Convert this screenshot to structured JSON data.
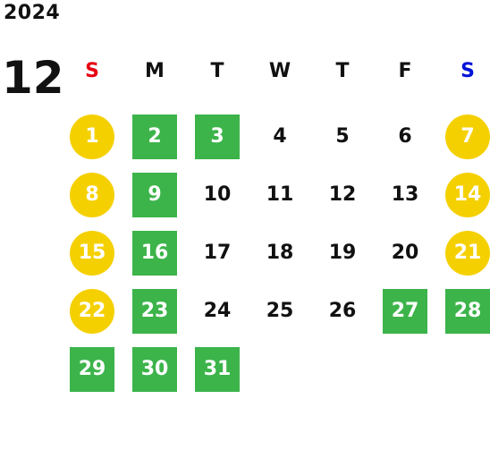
{
  "year": "2024",
  "month": "12",
  "colors": {
    "sunday_label": "#e60012",
    "saturday_label": "#0014d8",
    "holiday_circle": "#f5d000",
    "highlight_box": "#3cb44a",
    "text": "#111111"
  },
  "weekdays": [
    {
      "label": "S",
      "color": "#e60012"
    },
    {
      "label": "M",
      "color": "#111111"
    },
    {
      "label": "T",
      "color": "#111111"
    },
    {
      "label": "W",
      "color": "#111111"
    },
    {
      "label": "T",
      "color": "#111111"
    },
    {
      "label": "F",
      "color": "#111111"
    },
    {
      "label": "S",
      "color": "#0014d8"
    }
  ],
  "weeks": [
    [
      {
        "day": "1",
        "style": "circle"
      },
      {
        "day": "2",
        "style": "box"
      },
      {
        "day": "3",
        "style": "box"
      },
      {
        "day": "4",
        "style": "plain"
      },
      {
        "day": "5",
        "style": "plain"
      },
      {
        "day": "6",
        "style": "plain"
      },
      {
        "day": "7",
        "style": "circle"
      }
    ],
    [
      {
        "day": "8",
        "style": "circle"
      },
      {
        "day": "9",
        "style": "box"
      },
      {
        "day": "10",
        "style": "plain"
      },
      {
        "day": "11",
        "style": "plain"
      },
      {
        "day": "12",
        "style": "plain"
      },
      {
        "day": "13",
        "style": "plain"
      },
      {
        "day": "14",
        "style": "circle"
      }
    ],
    [
      {
        "day": "15",
        "style": "circle"
      },
      {
        "day": "16",
        "style": "box"
      },
      {
        "day": "17",
        "style": "plain"
      },
      {
        "day": "18",
        "style": "plain"
      },
      {
        "day": "19",
        "style": "plain"
      },
      {
        "day": "20",
        "style": "plain"
      },
      {
        "day": "21",
        "style": "circle"
      }
    ],
    [
      {
        "day": "22",
        "style": "circle"
      },
      {
        "day": "23",
        "style": "box"
      },
      {
        "day": "24",
        "style": "plain"
      },
      {
        "day": "25",
        "style": "plain"
      },
      {
        "day": "26",
        "style": "plain"
      },
      {
        "day": "27",
        "style": "box"
      },
      {
        "day": "28",
        "style": "box"
      }
    ],
    [
      {
        "day": "29",
        "style": "box"
      },
      {
        "day": "30",
        "style": "box"
      },
      {
        "day": "31",
        "style": "box"
      },
      {
        "day": "",
        "style": "empty"
      },
      {
        "day": "",
        "style": "empty"
      },
      {
        "day": "",
        "style": "empty"
      },
      {
        "day": "",
        "style": "empty"
      }
    ]
  ]
}
